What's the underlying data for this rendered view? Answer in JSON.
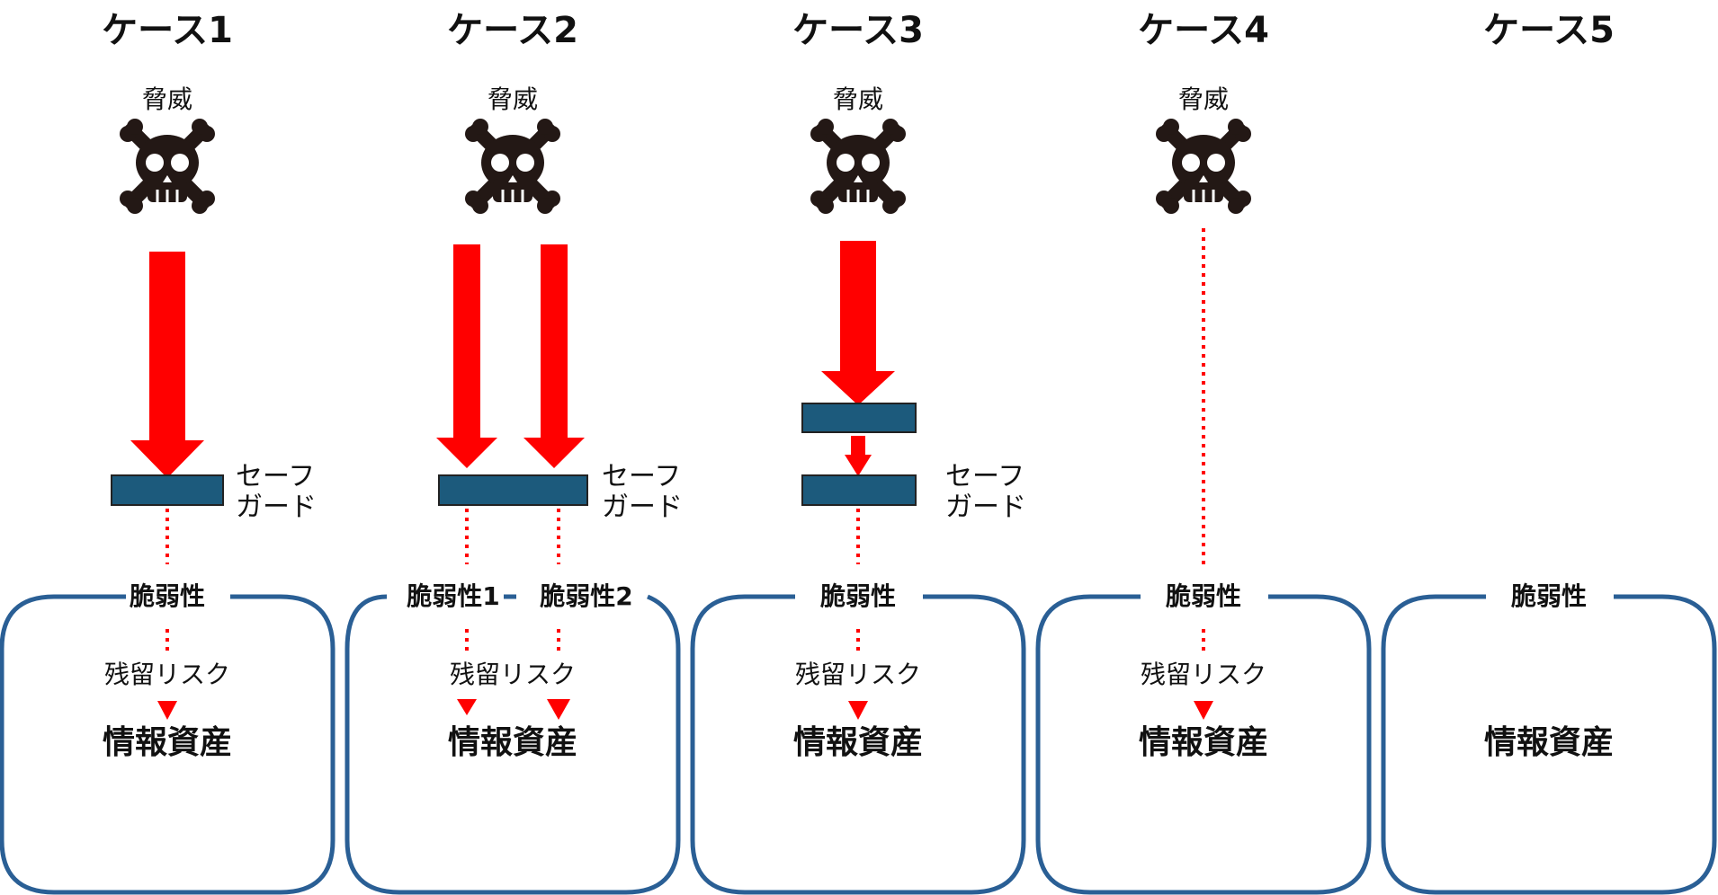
{
  "cases": [
    {
      "title": "ケース1",
      "threat_label": "脅威",
      "safeguard_label": [
        "セーフ",
        "ガード"
      ],
      "vulnerability_labels": [
        "脆弱性"
      ],
      "residual_risk_label": "残留リスク",
      "asset_label": "情報資産"
    },
    {
      "title": "ケース2",
      "threat_label": "脅威",
      "safeguard_label": [
        "セーフ",
        "ガード"
      ],
      "vulnerability_labels": [
        "脆弱性1",
        "脆弱性2"
      ],
      "residual_risk_label": "残留リスク",
      "asset_label": "情報資産"
    },
    {
      "title": "ケース3",
      "threat_label": "脅威",
      "safeguard_label": [
        "セーフ",
        "ガード"
      ],
      "vulnerability_labels": [
        "脆弱性"
      ],
      "residual_risk_label": "残留リスク",
      "asset_label": "情報資産"
    },
    {
      "title": "ケース4",
      "threat_label": "脅威",
      "vulnerability_labels": [
        "脆弱性"
      ],
      "residual_risk_label": "残留リスク",
      "asset_label": "情報資産"
    },
    {
      "title": "ケース5",
      "vulnerability_labels": [
        "脆弱性"
      ],
      "asset_label": "情報資産"
    }
  ],
  "colors": {
    "arrow": "#ff0000",
    "safeguard_fill": "#1c5a7c",
    "asset_border": "#2a5f95",
    "skull": "#231815",
    "text": "#111111"
  }
}
